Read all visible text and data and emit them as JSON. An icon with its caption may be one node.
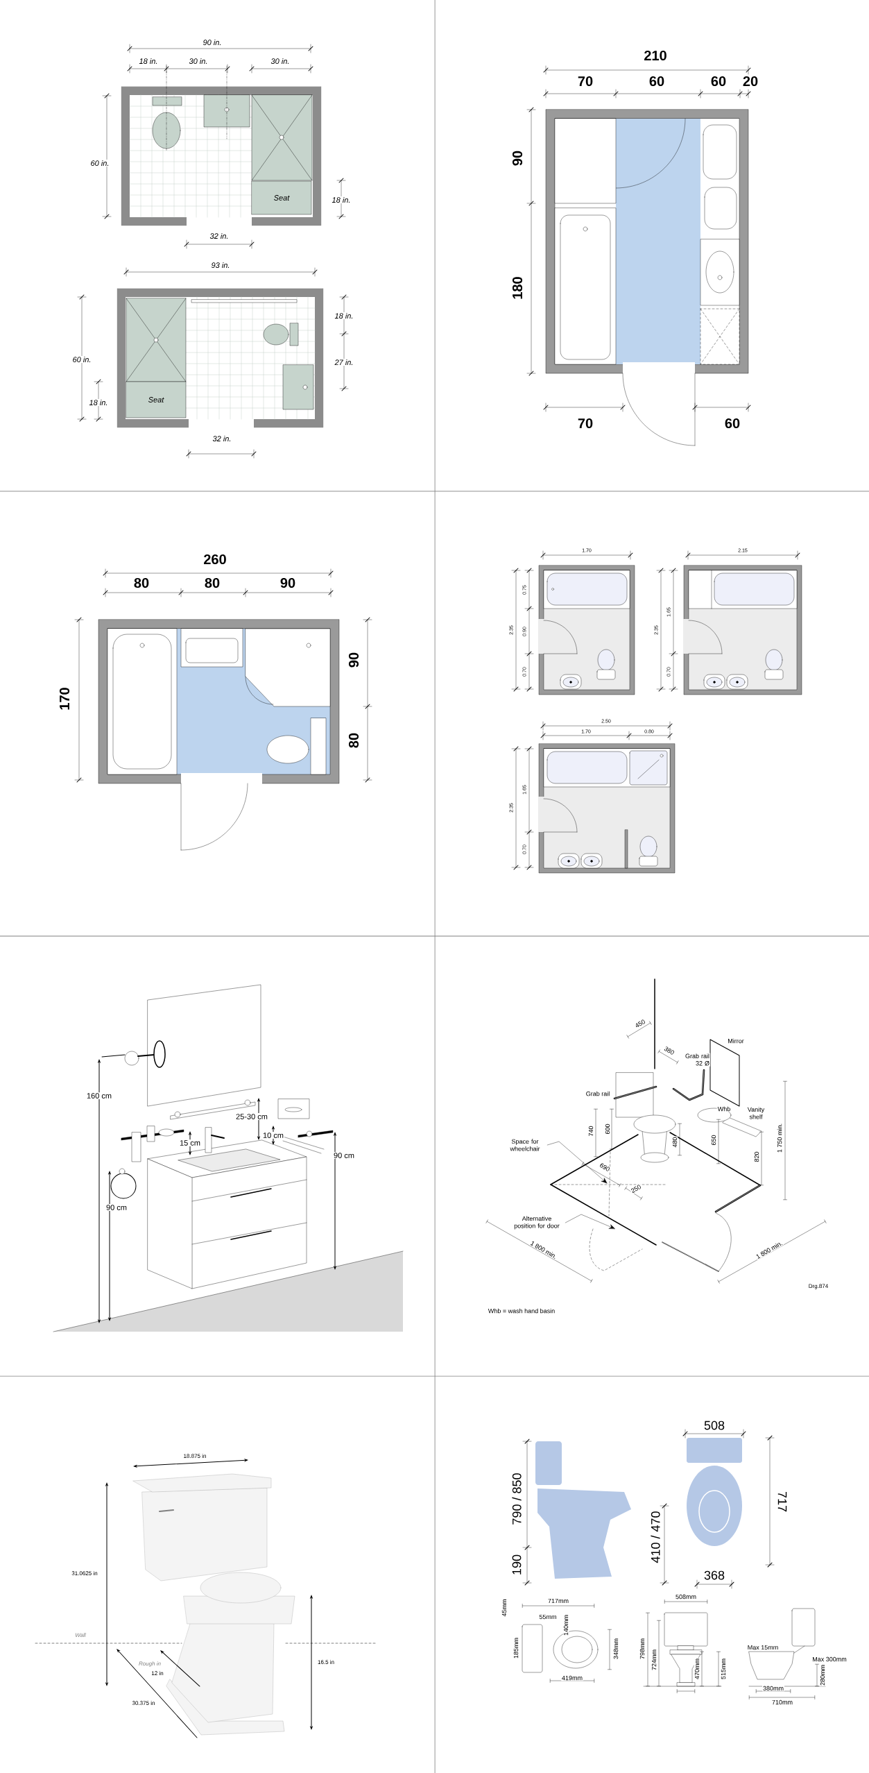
{
  "diagram": {
    "nodes": [
      {
        "text": [
          "Seat"
        ]
      },
      {
        "text": [
          "Seat"
        ]
      },
      {
        "text": [
          "Space for wheelchair"
        ]
      },
      {
        "text": [
          "Alternative position for door"
        ]
      },
      {
        "text": [],
        "shape": "picture"
      },
      {
        "text": [],
        "shape": "picture"
      }
    ],
    "edges": [
      {
        "from": 2,
        "to": 4,
        "arrow": "to"
      },
      {
        "from": 3,
        "to": 5,
        "arrow": "to"
      }
    ],
    "labels": [
      "90 in.",
      "18 in.",
      "30 in.",
      "30 in.",
      "60 in.",
      "18 in.",
      "32 in.",
      "93 in.",
      "60 in.",
      "18 in.",
      "18 in.",
      "27 in.",
      "32 in.",
      "210",
      "70",
      "60",
      "60",
      "20",
      "90",
      "180",
      "70",
      "60",
      "260",
      "80",
      "80",
      "90",
      "170",
      "90",
      "80",
      "1.70",
      "2.35",
      "0.75",
      "0.90",
      "0.70",
      "2.15",
      "2.35",
      "1.65",
      "0.70",
      "2.50",
      "1.70",
      "0.80",
      "2.35",
      "1.65",
      "0.70",
      "160 cm",
      "25-30 cm",
      "10 cm",
      "15 cm",
      "90 cm",
      "90 cm",
      "450",
      "Mirror",
      "380",
      "Grab rail 32 Ø",
      "Grab rail",
      "Whb",
      "Vanity shelf",
      "740",
      "600",
      "1 750 min.",
      "480",
      "650",
      "820",
      "690",
      "250",
      "1 800 min.",
      "1 800 min.",
      "Drg.874",
      "Whb = wash hand basin",
      "18.875 in",
      "31.0625 in",
      "Wall",
      "16.5 in",
      "Rough in",
      "12 in",
      "30.375 in",
      "508",
      "790 / 850",
      "717",
      "410 / 470",
      "190",
      "368",
      "717mm",
      "45mm",
      "55mm",
      "140mm",
      "185mm",
      "348mm",
      "419mm",
      "508mm",
      "798mm",
      "724mm",
      "470mm",
      "515mm",
      "Max 15mm",
      "Max 300mm",
      "280mm",
      "380mm",
      "710mm"
    ]
  }
}
